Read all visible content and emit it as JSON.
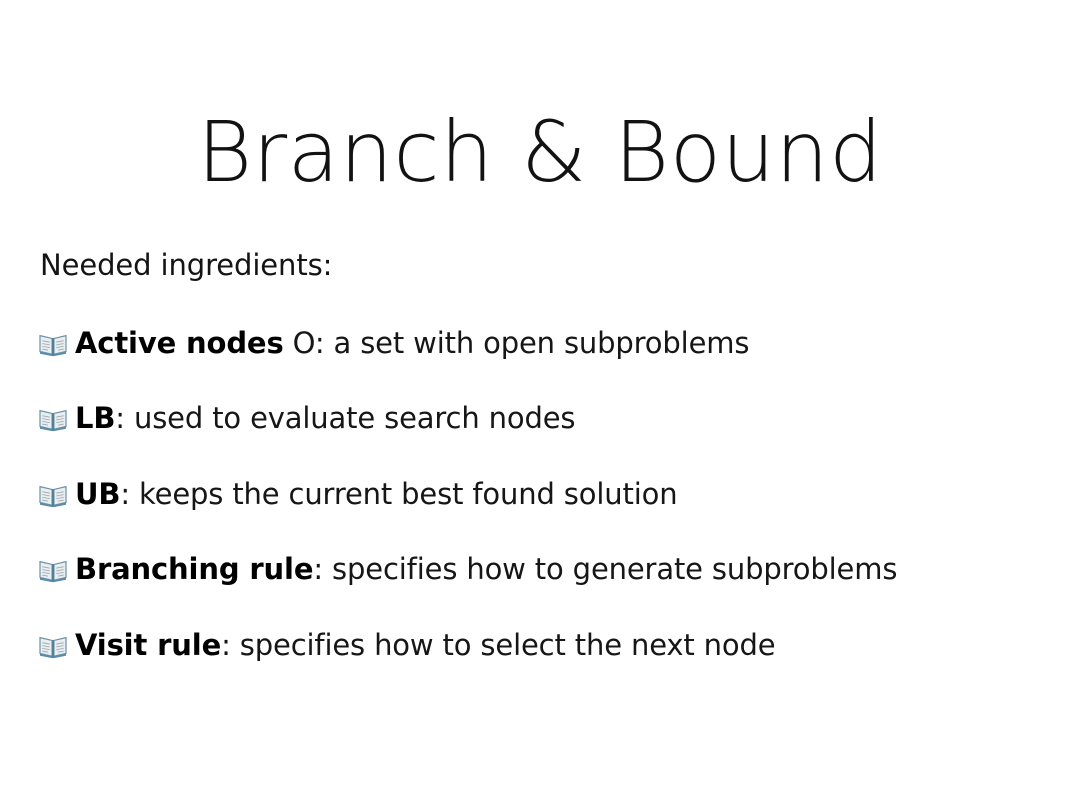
{
  "slide": {
    "title": "Branch & Bound",
    "intro": "Needed ingredients:",
    "background_color": "#ffffff",
    "text_color": "#141414",
    "bullet_icon": "open-book-icon",
    "bullet_icon_colors": {
      "cover": "#5b8ca8",
      "page": "#f2f2f2",
      "line": "#9aa3aa"
    },
    "bullets": [
      {
        "term": "Active nodes",
        "rest": " O: a set with open subproblems"
      },
      {
        "term": "LB",
        "rest": ": used to evaluate search nodes"
      },
      {
        "term": "UB",
        "rest": ": keeps the current best found solution"
      },
      {
        "term": "Branching rule",
        "rest": ": specifies how to generate subproblems"
      },
      {
        "term": "Visit rule",
        "rest": ": specifies how to select the next node"
      }
    ]
  }
}
